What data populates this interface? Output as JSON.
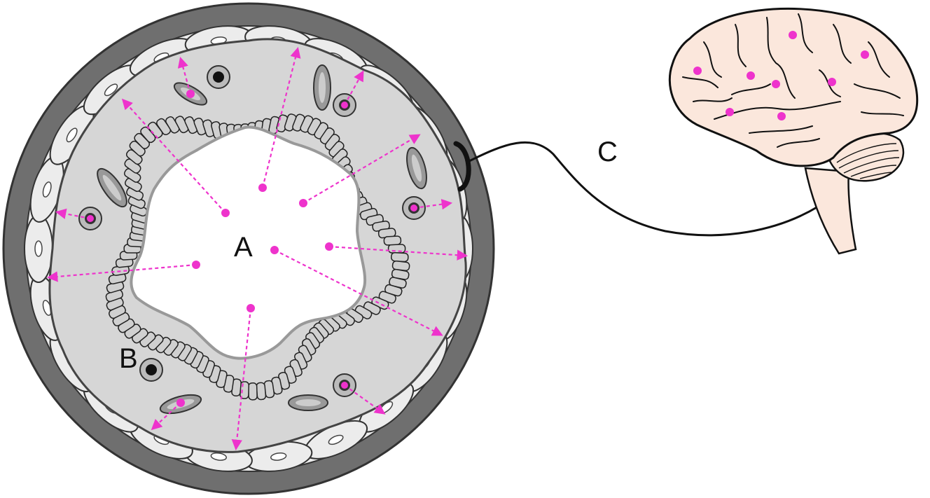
{
  "labels": {
    "a": "A",
    "b": "B",
    "c": "C"
  },
  "colors": {
    "marker": "#ee33cc",
    "outer_wall": "#6f6f6f",
    "tissue": "#d6d6d6",
    "cells": "#ececec",
    "nerve": "#111111",
    "brain_fill": "#fbe7dc"
  },
  "icons": {
    "vessel_dot": "circle",
    "arrow": "dashed-arrow",
    "brain": "brain-icon"
  }
}
